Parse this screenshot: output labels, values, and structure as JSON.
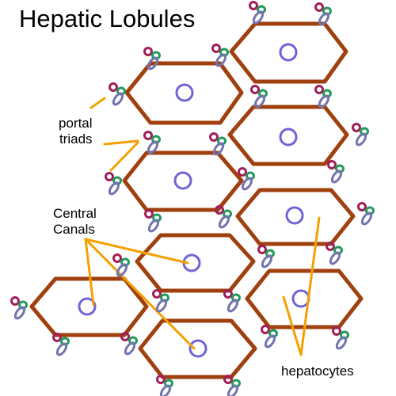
{
  "title": "Hepatic Lobules",
  "labels": {
    "portal_line1": "portal",
    "portal_line2": "triads",
    "central_line1": "Central",
    "central_line2": "Canals",
    "hepatocytes": "hepatocytes"
  },
  "colors": {
    "lobule_outline": "#a0400f",
    "central_vein": "#6f64d6",
    "leader_line": "#f5a000",
    "triad_artery": "#a01f5a",
    "triad_bile_duct": "#239a5a",
    "triad_vein": "#7373b0"
  },
  "icons": {
    "lobule": "hexagon-outline",
    "central_canal": "circle-outline",
    "portal_triad": "three-ring-cluster"
  }
}
